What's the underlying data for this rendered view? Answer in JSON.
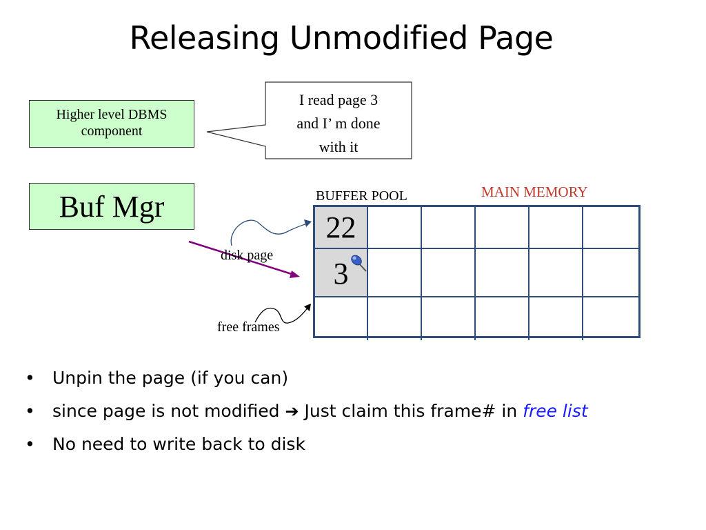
{
  "title": "Releasing Unmodified  Page",
  "component": {
    "label": "Higher level DBMS component"
  },
  "buf_mgr": {
    "label": "Buf Mgr"
  },
  "callout": {
    "line1": "I read page 3",
    "line2": "and I’ m done",
    "line3": "with it"
  },
  "labels": {
    "buffer_pool": "BUFFER POOL",
    "main_memory": "MAIN MEMORY",
    "disk_page": "disk page",
    "free_frames": "free frames"
  },
  "frames": {
    "frame_1": "22",
    "frame_2": "3"
  },
  "bullets": {
    "b1": "Unpin the page (if you can)",
    "b2_prefix": "since page is not modified",
    "b2_arrow": "➔",
    "b2_middle": " Just claim this frame# in ",
    "b2_highlight": "free list",
    "b3": "No need to write back to disk"
  },
  "colors": {
    "box_fill": "#ccffcc",
    "frame_border": "#2e4d7b",
    "main_memory_text": "#c0392b",
    "pointer_arrow": "#800080",
    "highlight_text": "#1a1aff"
  }
}
